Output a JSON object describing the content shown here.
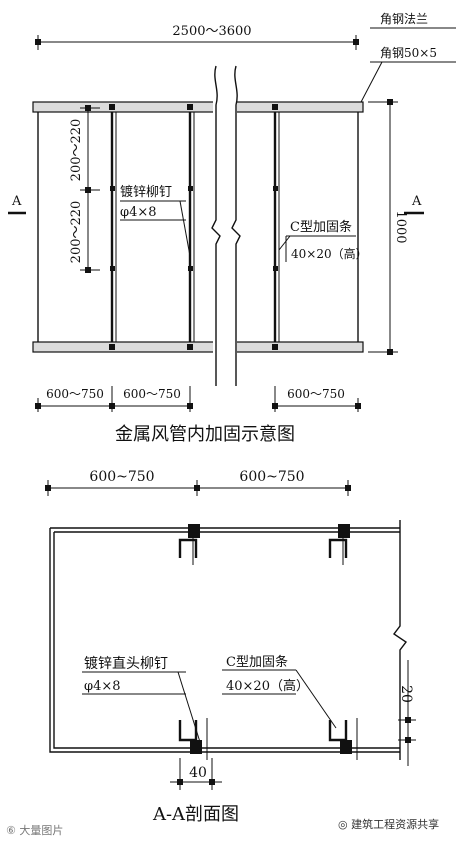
{
  "top_view": {
    "overall_width_dim": "2500～3600",
    "flange_label": "角钢法兰",
    "flange_spec": "角钢50×5",
    "rivet_label": "镀锌柳钉",
    "rivet_spec": "φ4×8",
    "stiffener_label": "C型加固条",
    "stiffener_spec": "40×20（高）",
    "height_dim": "1000",
    "spacing_upper": "200～220",
    "spacing_lower": "200～220",
    "section_mark_left": "A",
    "section_mark_right": "A",
    "bottom_dim_1": "600～750",
    "bottom_dim_2": "600～750",
    "bottom_dim_3": "600～750",
    "caption": "金属风管内加固示意图"
  },
  "section_view": {
    "top_dim_1": "600~750",
    "top_dim_2": "600~750",
    "rivet_label": "镀锌直头柳钉",
    "rivet_spec": "φ4×8",
    "stiffener_label": "C型加固条",
    "stiffener_spec": "40×20（高）",
    "right_dim": "20",
    "bottom_dim": "40",
    "caption": "A-A剖面图"
  },
  "watermarks": {
    "left": "⑥ 大量图片",
    "right": "建筑工程资源共享"
  }
}
